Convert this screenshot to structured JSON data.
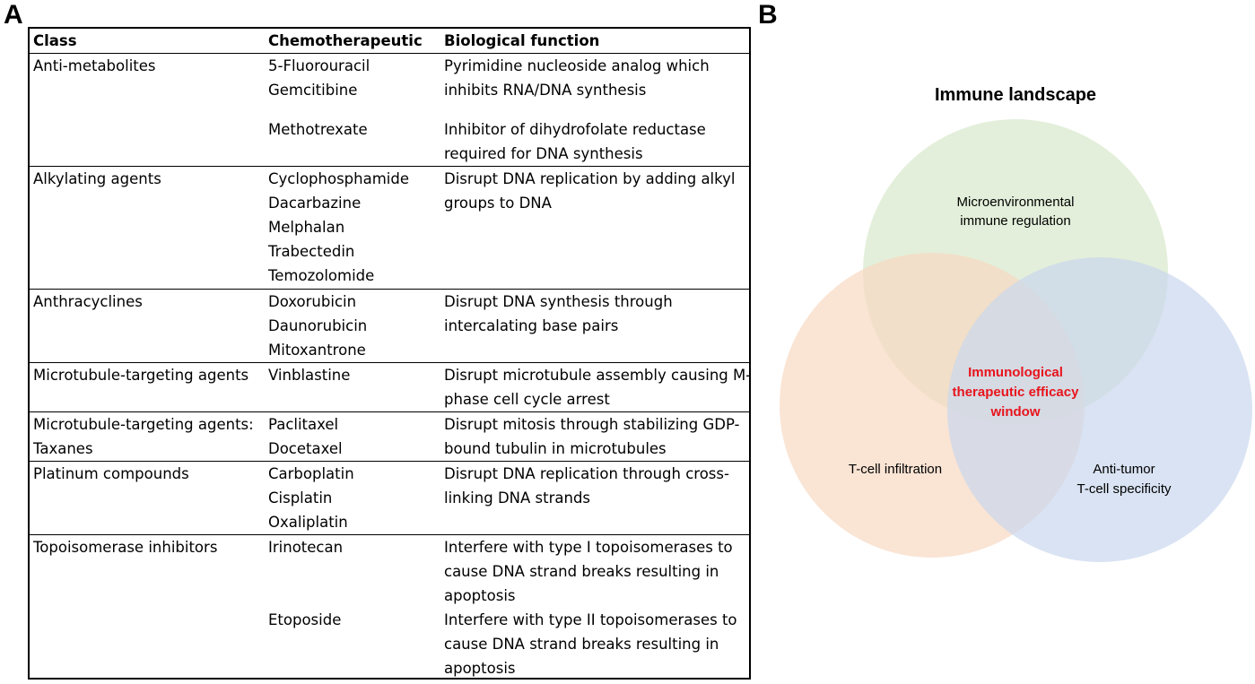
{
  "panels": {
    "a_label": "A",
    "b_label": "B"
  },
  "table": {
    "headers": [
      "Class",
      "Chemotherapeutic",
      "Biological function"
    ],
    "rows": [
      {
        "class": [
          "Anti-metabolites"
        ],
        "drugs": [
          "5-Fluorouracil",
          "Gemcitibine",
          "",
          "Methotrexate"
        ],
        "functions": [
          "Pyrimidine nucleoside analog which",
          "inhibits RNA/DNA synthesis",
          "",
          "Inhibitor of dihydrofolate reductase",
          "required for DNA synthesis"
        ]
      },
      {
        "class": [
          "Alkylating agents"
        ],
        "drugs": [
          "Cyclophosphamide",
          "Dacarbazine",
          "Melphalan",
          "Trabectedin",
          "Temozolomide"
        ],
        "functions": [
          "Disrupt DNA replication by adding alkyl",
          "groups to DNA"
        ]
      },
      {
        "class": [
          "Anthracyclines"
        ],
        "drugs": [
          "Doxorubicin",
          "Daunorubicin",
          "Mitoxantrone"
        ],
        "functions": [
          "Disrupt DNA synthesis through",
          "intercalating base pairs"
        ]
      },
      {
        "class": [
          "Microtubule-targeting agents"
        ],
        "drugs": [
          "Vinblastine"
        ],
        "functions": [
          "Disrupt microtubule assembly causing M-",
          "phase cell cycle arrest"
        ]
      },
      {
        "class": [
          "Microtubule-targeting agents:",
          "Taxanes"
        ],
        "drugs": [
          "Paclitaxel",
          "Docetaxel"
        ],
        "functions": [
          "Disrupt mitosis through stabilizing GDP-",
          "bound tubulin in microtubules"
        ]
      },
      {
        "class": [
          "Platinum compounds"
        ],
        "drugs": [
          "Carboplatin",
          "Cisplatin",
          "Oxaliplatin"
        ],
        "functions": [
          "Disrupt DNA replication through cross-",
          "linking DNA strands"
        ]
      },
      {
        "class": [
          "Topoisomerase inhibitors"
        ],
        "drugs": [
          "Irinotecan",
          "",
          "",
          "",
          "Etoposide"
        ],
        "functions": [
          "Interfere with type I topoisomerases to",
          "cause DNA strand breaks resulting in",
          "apoptosis",
          "",
          "Interfere with type II topoisomerases to",
          "cause DNA strand breaks resulting in",
          "apoptosis"
        ]
      }
    ]
  },
  "venn": {
    "title": "Immune landscape",
    "top_circle": {
      "lines": [
        "Microenvironmental",
        "immune regulation"
      ],
      "color": "#e2eed8"
    },
    "left_circle": {
      "lines": [
        "T-cell infiltration"
      ],
      "color": "#f8d8c2"
    },
    "right_circle": {
      "lines": [
        "Anti-tumor",
        "T-cell specificity"
      ],
      "color": "#c9d7ee"
    },
    "center": {
      "lines": [
        "Immunological",
        "therapeutic efficacy",
        "window"
      ],
      "color": "#e8141c"
    }
  }
}
